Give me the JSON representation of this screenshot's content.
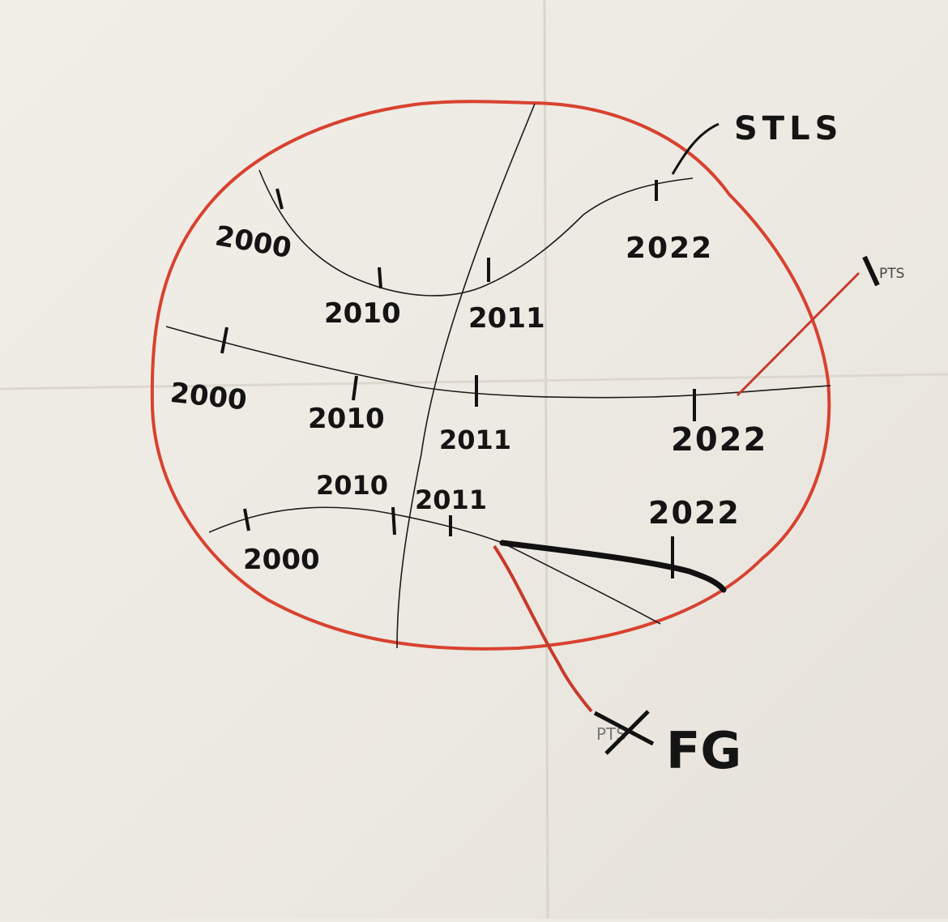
{
  "colors": {
    "paper": "#efece5",
    "ink": "#141414",
    "outline": "#d8422f",
    "leader": "#c8392b"
  },
  "labels": {
    "stls": "STLS",
    "pts": "PTS",
    "pts_crossed": "PTS",
    "fg": "FG"
  },
  "years": {
    "top": [
      "2000",
      "2010",
      "2011",
      "2022"
    ],
    "middle": [
      "2000",
      "2010",
      "2011",
      "2022"
    ],
    "bottom": [
      "2000",
      "2010",
      "2011",
      "2022"
    ]
  }
}
